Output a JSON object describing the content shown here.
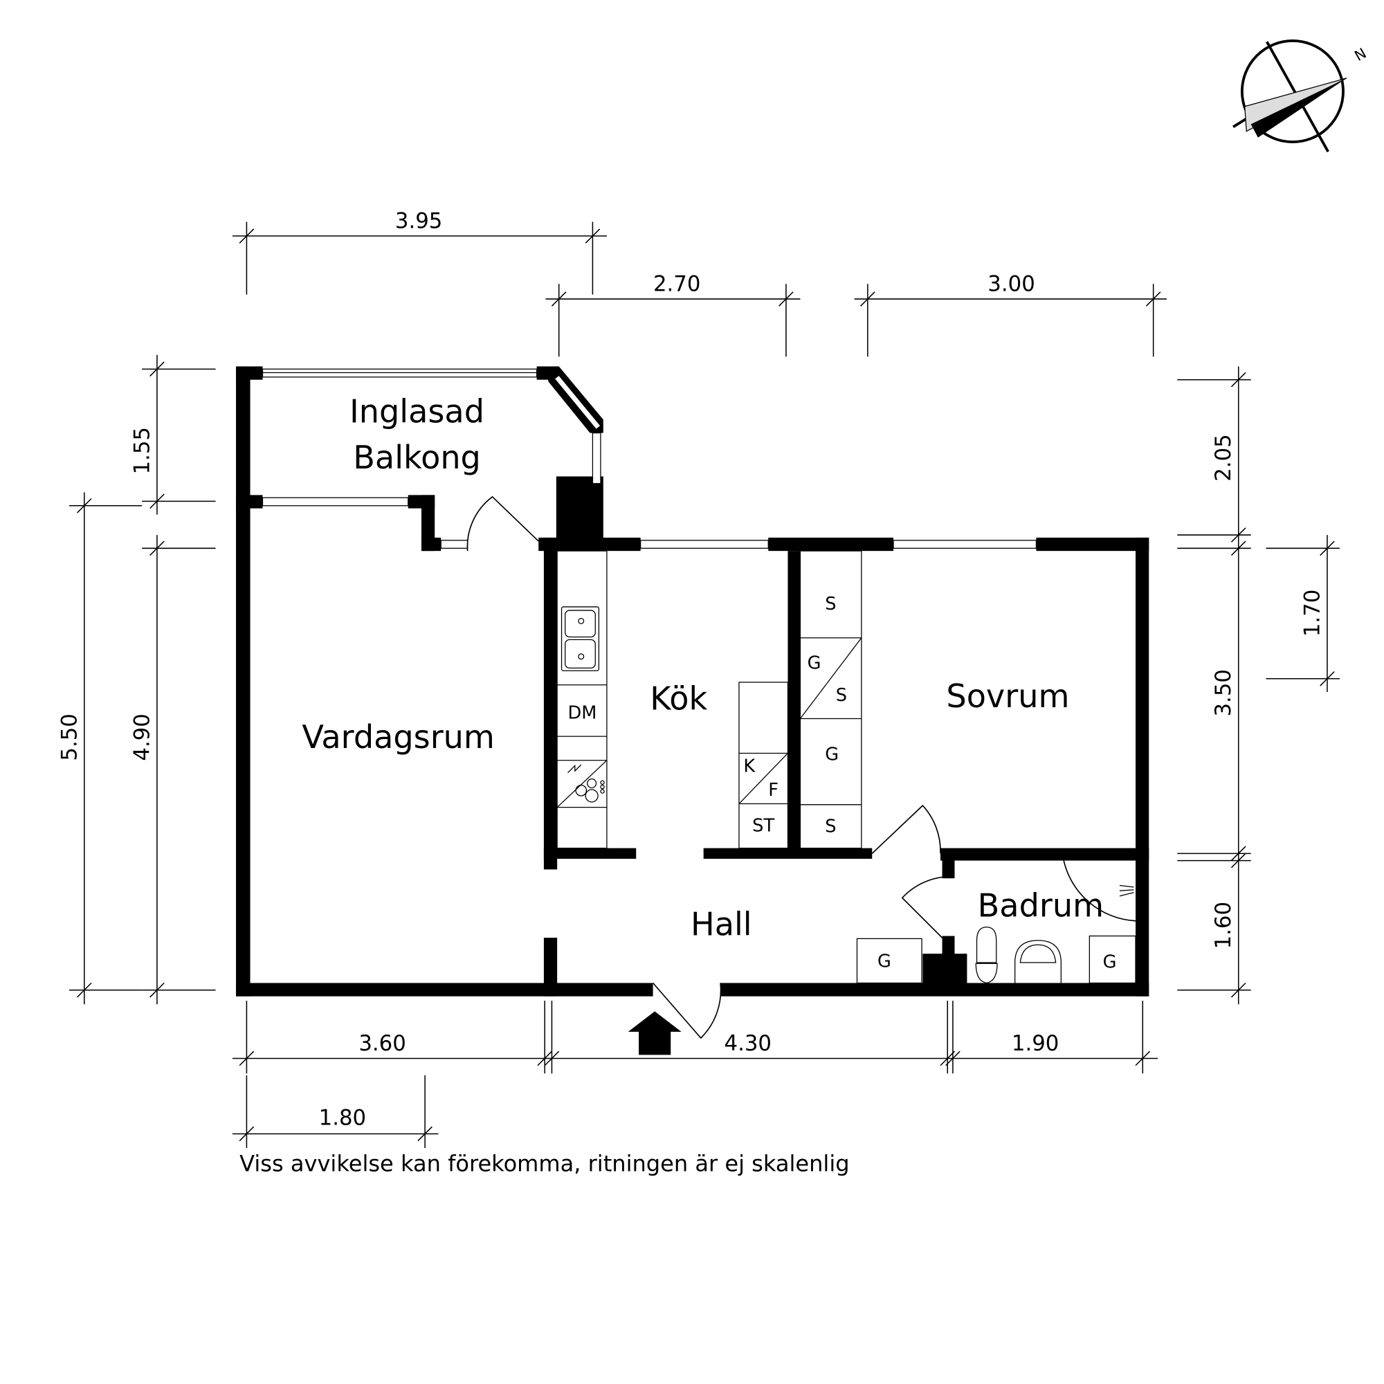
{
  "rooms": {
    "balcony_line1": "Inglasad",
    "balcony_line2": "Balkong",
    "living": "Vardagsrum",
    "kitchen": "Kök",
    "bedroom": "Sovrum",
    "hall": "Hall",
    "bathroom": "Badrum"
  },
  "fixtures": {
    "dishwasher": "DM",
    "fridge_k": "K",
    "freezer_f": "F",
    "storage_st": "ST",
    "wardrobe_s1": "S",
    "wardrobe_g1": "G",
    "wardrobe_s2": "S",
    "wardrobe_g2": "G",
    "wardrobe_s3": "S",
    "hall_g": "G",
    "bath_g": "G"
  },
  "dimensions": {
    "top_395": "3.95",
    "top_270": "2.70",
    "top_300": "3.00",
    "left_155": "1.55",
    "left_550": "5.50",
    "left_490": "4.90",
    "right_205": "2.05",
    "right_350": "3.50",
    "right_170": "1.70",
    "right_160": "1.60",
    "bottom_360": "3.60",
    "bottom_430": "4.30",
    "bottom_190": "1.90",
    "bottom_180": "1.80"
  },
  "compass": {
    "north_label": "N"
  },
  "note": "Viss avvikelse kan förekomma, ritningen är ej skalenlig"
}
